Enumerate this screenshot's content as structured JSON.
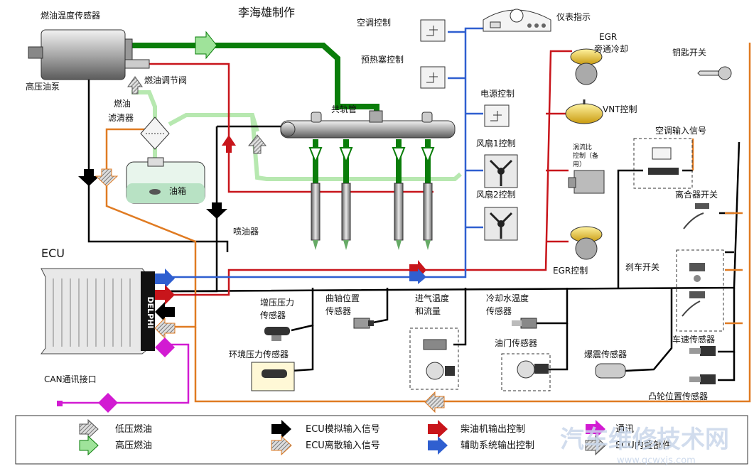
{
  "title": "李海雄制作",
  "components": {
    "fuel_temp_sensor": "燃油温度传感器",
    "hp_pump": "高压油泵",
    "fuel_reg_valve": "燃油调节阀",
    "fuel_filter": "燃油\n滤清器",
    "fuel_tank": "油箱",
    "common_rail": "共轨管",
    "injector": "喷油器",
    "ecu": "ECU",
    "ecu_brand": "DELPHI",
    "ac_control": "空调控制",
    "glow_control": "预热塞控制",
    "instrument": "仪表指示",
    "power_control": "电源控制",
    "fan1": "风扇1控制",
    "fan2": "风扇2控制",
    "egr_bypass": "EGR\n旁通冷却",
    "vnt": "VNT控制",
    "swirl": "涡流比\n控制（备\n用）",
    "egr_control": "EGR控制",
    "key_switch": "钥匙开关",
    "ac_input": "空调输入信号",
    "clutch": "离合器开关",
    "brake": "刹车开关",
    "speed_sensor": "车速传感器",
    "cam_sensor": "凸轮位置传感器",
    "knock": "爆震传感器",
    "throttle": "油门传感器",
    "coolant_temp": "冷却水温度\n传感器",
    "intake": "进气温度\n和流量",
    "crank": "曲轴位置\n传感器",
    "boost": "增压压力\n传感器",
    "ambient": "环境压力传感器",
    "can": "CAN通讯接口"
  },
  "legend": {
    "low_pressure": "低压燃油",
    "high_pressure": "高压燃油",
    "ecu_analog": "ECU模拟输入信号",
    "ecu_discrete": "ECU离散输入信号",
    "engine_output": "柴油机输出控制",
    "aux_output": "辅助系统输出控制",
    "comm": "通讯",
    "ecu_internal": "ECU内置部件"
  },
  "watermark": {
    "main": "汽车维修技术网",
    "url": "www.qcwxjs.com"
  },
  "colors": {
    "high_pressure": "#0a7d0a",
    "low_pressure": "#b7e8b0",
    "analog": "#000000",
    "discrete": "#e07b22",
    "engine_output": "#c8151b",
    "aux_output": "#2f5fd0",
    "comm": "#d21bd2"
  }
}
